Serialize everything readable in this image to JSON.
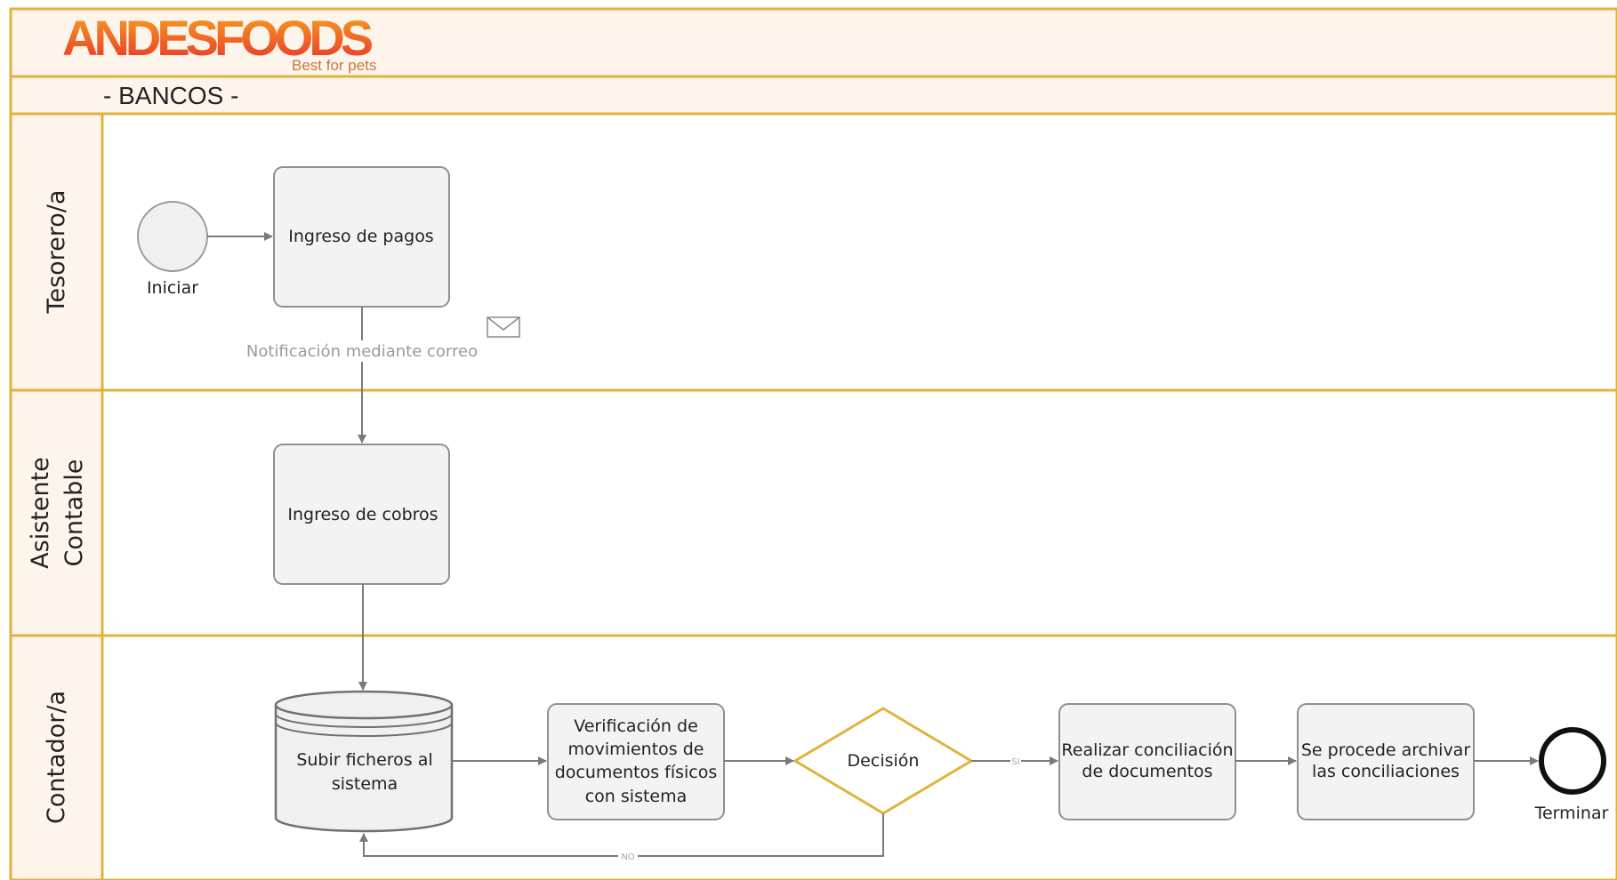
{
  "header": {
    "brand_name": "ANDESFOODS",
    "brand_tagline": "Best for pets",
    "process_title": "- BANCOS -"
  },
  "lanes": [
    {
      "label": "Tesorero/a"
    },
    {
      "label_line1": "Asistente",
      "label_line2": "Contable"
    },
    {
      "label": "Contador/a"
    }
  ],
  "events": {
    "start_label": "Iniciar",
    "end_label": "Terminar"
  },
  "tasks": {
    "ingreso_pagos": "Ingreso de pagos",
    "ingreso_cobros": "Ingreso de cobros",
    "subir_ficheros": [
      "Subir ficheros al",
      "sistema"
    ],
    "verificacion": [
      "Verificación de",
      "movimientos de",
      "documentos físicos",
      "con sistema"
    ],
    "conciliacion": [
      "Realizar conciliación",
      "de documentos"
    ],
    "archivar": [
      "Se procede archivar",
      "las conciliaciones"
    ]
  },
  "gateway": {
    "label": "Decisión"
  },
  "flows": {
    "mail_label": "Notificación mediante correo",
    "yes_label": "SI",
    "no_label": "NO"
  },
  "colors": {
    "lane_border": "#e0b33c",
    "header_fill": "#fdf5ec",
    "task_fill": "#f3f3f3",
    "task_stroke": "#909090",
    "brand_red": "#e8322b",
    "brand_orange": "#f39a1d",
    "gateway_stroke": "#e0b33c"
  }
}
